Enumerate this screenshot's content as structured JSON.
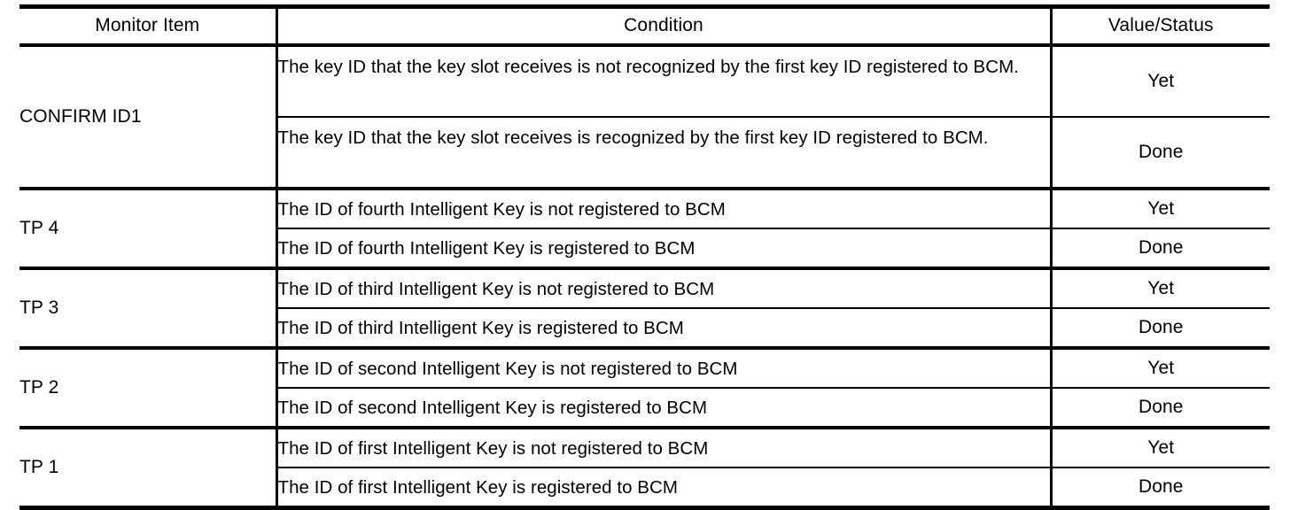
{
  "table": {
    "columns": [
      {
        "key": "monitor_item",
        "label": "Monitor Item"
      },
      {
        "key": "condition",
        "label": "Condition"
      },
      {
        "key": "value_status",
        "label": "Value/Status"
      }
    ],
    "groups": [
      {
        "monitor_item": "CONFIRM ID1",
        "tall": true,
        "rows": [
          {
            "condition": "The key ID that the key slot receives is not recognized by the first key ID registered to BCM.",
            "value_status": "Yet"
          },
          {
            "condition": "The key ID that the key slot receives is recognized by the first key ID registered to BCM.",
            "value_status": "Done"
          }
        ]
      },
      {
        "monitor_item": "TP 4",
        "tall": false,
        "rows": [
          {
            "condition": "The ID of fourth Intelligent Key is not registered to BCM",
            "value_status": "Yet"
          },
          {
            "condition": "The ID of fourth Intelligent Key is registered to BCM",
            "value_status": "Done"
          }
        ]
      },
      {
        "monitor_item": "TP 3",
        "tall": false,
        "rows": [
          {
            "condition": "The ID of third Intelligent Key is not registered to BCM",
            "value_status": "Yet"
          },
          {
            "condition": "The ID of third Intelligent Key is registered to BCM",
            "value_status": "Done"
          }
        ]
      },
      {
        "monitor_item": "TP 2",
        "tall": false,
        "rows": [
          {
            "condition": "The ID of second Intelligent Key is not registered to BCM",
            "value_status": "Yet"
          },
          {
            "condition": "The ID of second Intelligent Key is registered to BCM",
            "value_status": "Done"
          }
        ]
      },
      {
        "monitor_item": "TP 1",
        "tall": false,
        "rows": [
          {
            "condition": "The ID of first Intelligent Key is not registered to BCM",
            "value_status": "Yet"
          },
          {
            "condition": "The ID of first Intelligent Key is registered to BCM",
            "value_status": "Done"
          }
        ]
      }
    ]
  },
  "style": {
    "text_color": "#000000",
    "background": "#ffffff",
    "rule_color": "#000000"
  }
}
